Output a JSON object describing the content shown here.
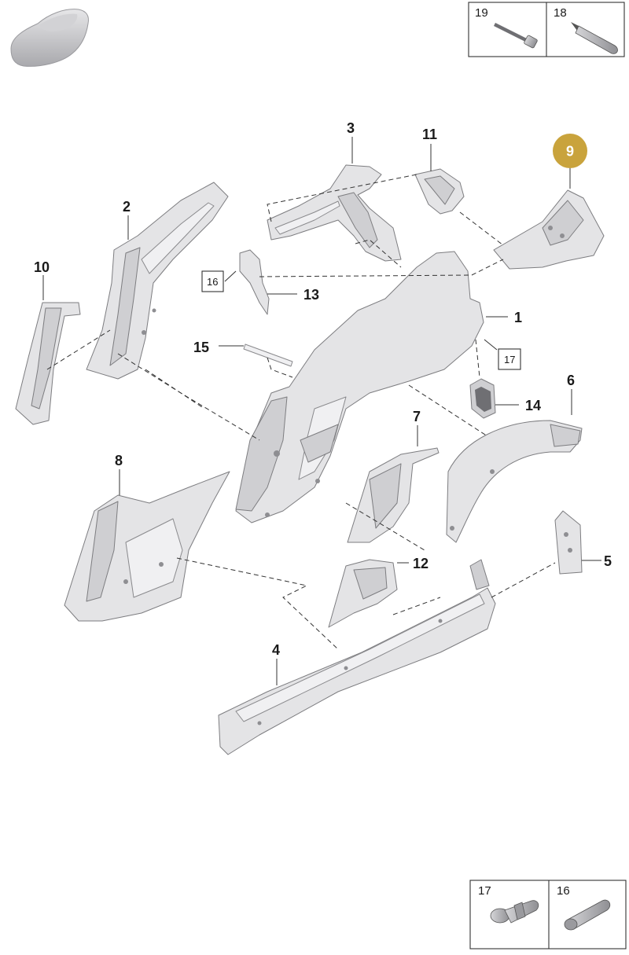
{
  "callouts": {
    "p1": "1",
    "p2": "2",
    "p3": "3",
    "p4": "4",
    "p5": "5",
    "p6": "6",
    "p7": "7",
    "p8": "8",
    "p9": "9",
    "p10": "10",
    "p11": "11",
    "p12": "12",
    "p13": "13",
    "p14": "14",
    "p15": "15"
  },
  "boxed_refs": {
    "ref16": "16",
    "ref17": "17"
  },
  "highlight": {
    "part": "9",
    "color": "#c9a33c"
  },
  "legend_top": {
    "left": "19",
    "right": "18"
  },
  "legend_bottom": {
    "left": "17",
    "right": "16"
  },
  "icons": {
    "vehicle": "car-silhouette-icon",
    "part19": "pin-bolt-icon",
    "part18": "sealant-tube-icon",
    "part17": "flange-bolt-icon",
    "part16": "stud-bolt-icon"
  }
}
